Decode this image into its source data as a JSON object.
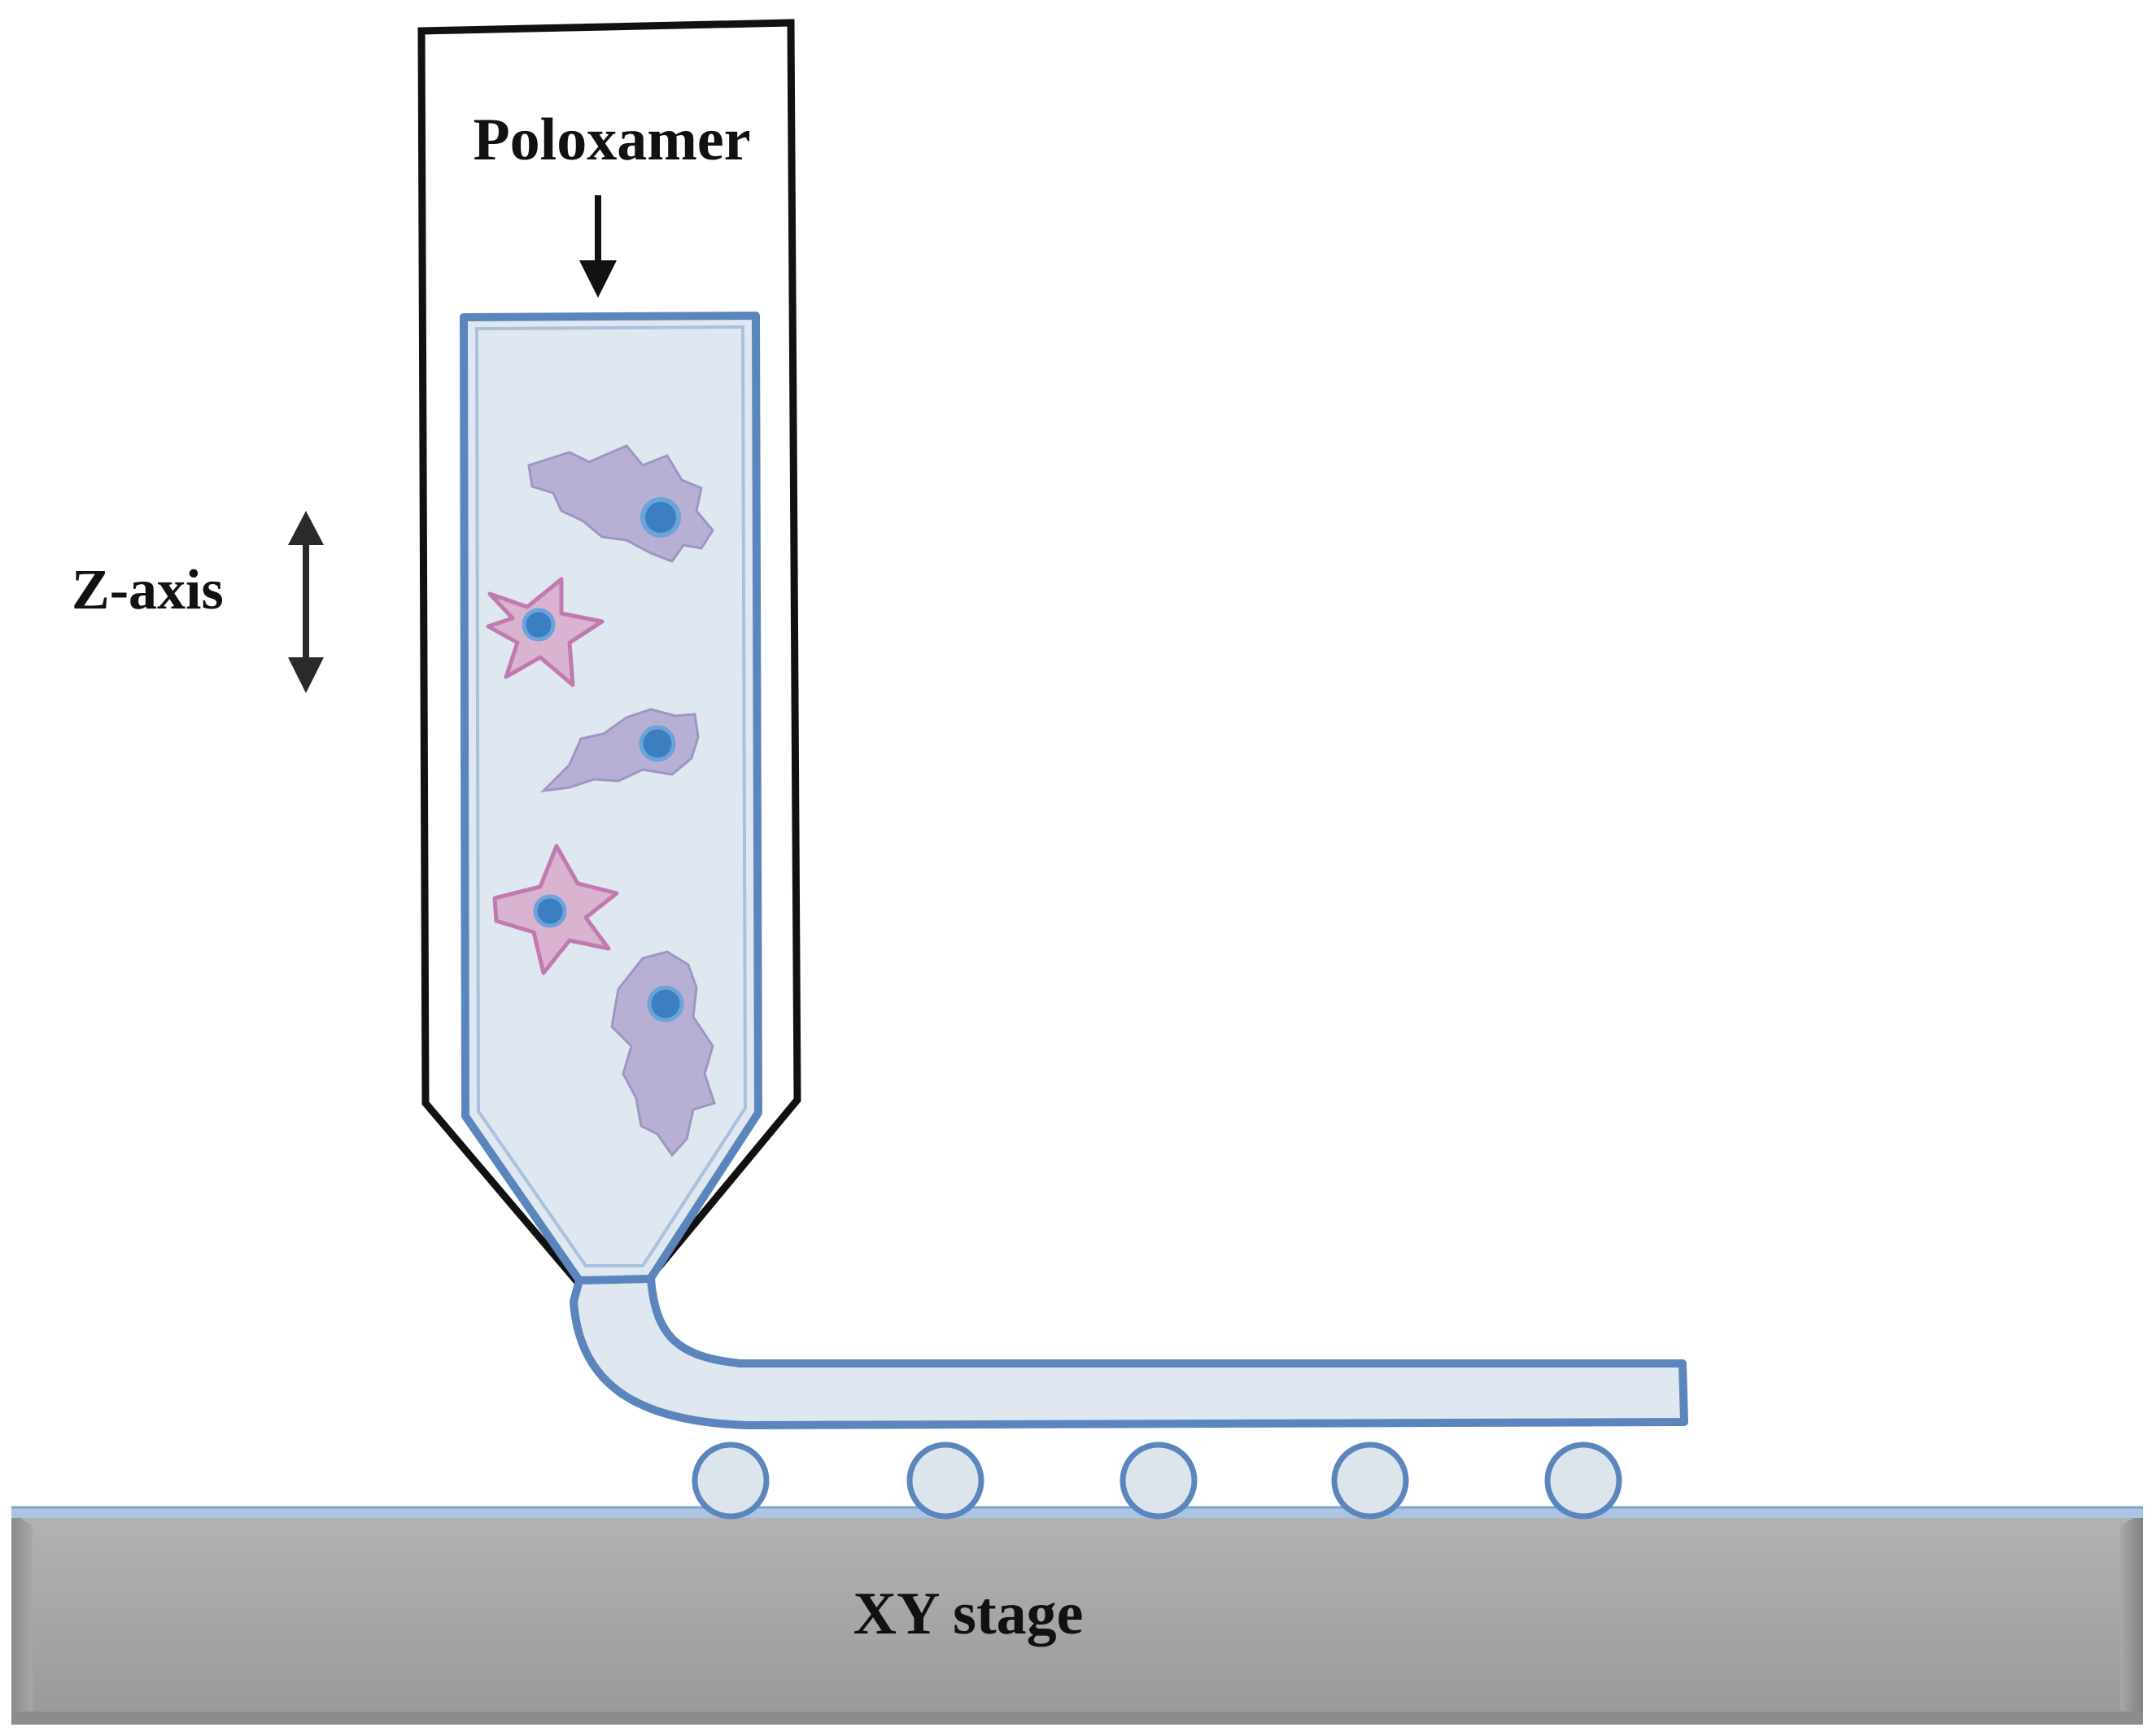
{
  "labels": {
    "material": "Poloxamer",
    "z_axis": "Z-axis",
    "stage": "XY stage"
  },
  "colors": {
    "outline_dark": "#111111",
    "fluid_fill": "#dfe7f1",
    "fluid_stroke": "#5b86bd",
    "cell_purple": "#b6aed3",
    "cell_pink": "#d9b3d0",
    "cell_pink_stroke": "#c07ab0",
    "nucleus": "#3b7fc0",
    "bead_fill": "#dde5ec",
    "stage_fill": "#a5a5a5",
    "stage_top": "#a9c3e2"
  },
  "icons": [
    "down-arrow-icon",
    "vertical-double-arrow-icon"
  ],
  "cells": {
    "count": 5,
    "types": [
      "amoeboid",
      "star",
      "amoeboid",
      "star",
      "amoeboid"
    ]
  },
  "beads": {
    "count": 5
  }
}
